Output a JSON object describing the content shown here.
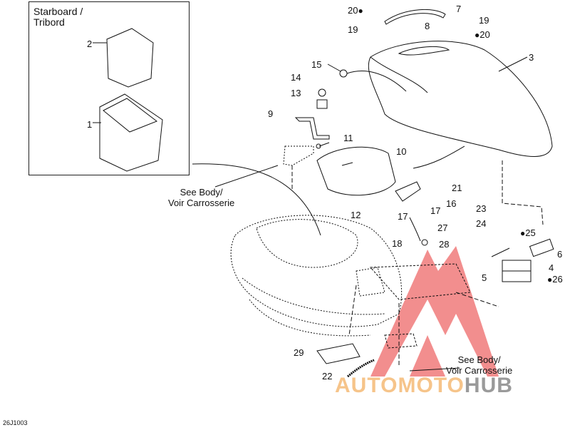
{
  "inset": {
    "title": "Starboard /\nTribord"
  },
  "references": {
    "body_top": "See Body/\nVoir Carrosserie",
    "body_bottom": "See Body/\nVoir Carrosserie"
  },
  "callouts": [
    {
      "id": "c1",
      "label": "1"
    },
    {
      "id": "c2",
      "label": "2"
    },
    {
      "id": "c3",
      "label": "3"
    },
    {
      "id": "c4",
      "label": "4"
    },
    {
      "id": "c5",
      "label": "5"
    },
    {
      "id": "c6",
      "label": "6"
    },
    {
      "id": "c7",
      "label": "7"
    },
    {
      "id": "c8",
      "label": "8"
    },
    {
      "id": "c9",
      "label": "9"
    },
    {
      "id": "c10",
      "label": "10"
    },
    {
      "id": "c11",
      "label": "11"
    },
    {
      "id": "c12",
      "label": "12"
    },
    {
      "id": "c13",
      "label": "13"
    },
    {
      "id": "c14",
      "label": "14"
    },
    {
      "id": "c15",
      "label": "15"
    },
    {
      "id": "c16",
      "label": "16"
    },
    {
      "id": "c17a",
      "label": "17"
    },
    {
      "id": "c17b",
      "label": "17"
    },
    {
      "id": "c18",
      "label": "18"
    },
    {
      "id": "c19a",
      "label": "19"
    },
    {
      "id": "c19b",
      "label": "19"
    },
    {
      "id": "c20a",
      "label": "20"
    },
    {
      "id": "c20b",
      "label": "20"
    },
    {
      "id": "c21",
      "label": "21"
    },
    {
      "id": "c22",
      "label": "22"
    },
    {
      "id": "c23",
      "label": "23"
    },
    {
      "id": "c24",
      "label": "24"
    },
    {
      "id": "c25",
      "label": "25"
    },
    {
      "id": "c26",
      "label": "26"
    },
    {
      "id": "c27",
      "label": "27"
    },
    {
      "id": "c28",
      "label": "28"
    },
    {
      "id": "c29",
      "label": "29"
    }
  ],
  "drawing_code": "26J1003",
  "watermark": {
    "part1": "AUTOMOTO",
    "part2": "HUB",
    "color_main": "#f07a7a",
    "color_text": "#f6c48a",
    "color_hub": "#9a9a9a"
  },
  "icons": {
    "drop": "oil-drop-icon"
  }
}
